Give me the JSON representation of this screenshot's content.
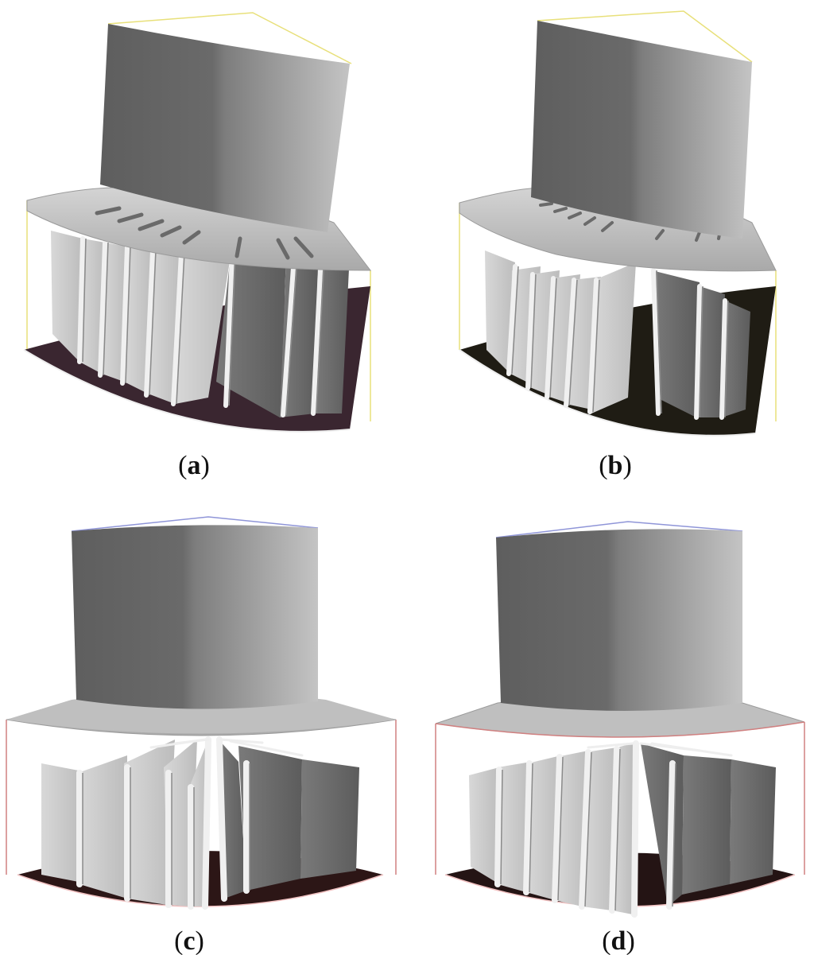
{
  "panels": [
    {
      "id": "a",
      "label_open": "(",
      "label_letter": "a",
      "label_close": ")",
      "bbox_color": "#e8e07a",
      "floor_color": "#3a2630"
    },
    {
      "id": "b",
      "label_open": "(",
      "label_letter": "b",
      "label_close": ")",
      "bbox_color": "#e8e07a",
      "floor_color": "#1f1c14"
    },
    {
      "id": "c",
      "label_open": "(",
      "label_letter": "c",
      "label_close": ")",
      "bbox_color": "#d08080",
      "top_edge_color": "#8f95d8",
      "floor_color": "#2c1616"
    },
    {
      "id": "d",
      "label_open": "(",
      "label_letter": "d",
      "label_close": ")",
      "bbox_color": "#d08080",
      "top_edge_color": "#8f95d8",
      "floor_color": "#241414"
    }
  ],
  "colors": {
    "cylinder_dark": "#5b5b5b",
    "cylinder_light": "#c9c9c9",
    "ring": "#bdbdbd",
    "vane_light": "#cfcfcf",
    "vane_dark": "#6e6e6e",
    "vane_edge": "#f2f2f2"
  }
}
